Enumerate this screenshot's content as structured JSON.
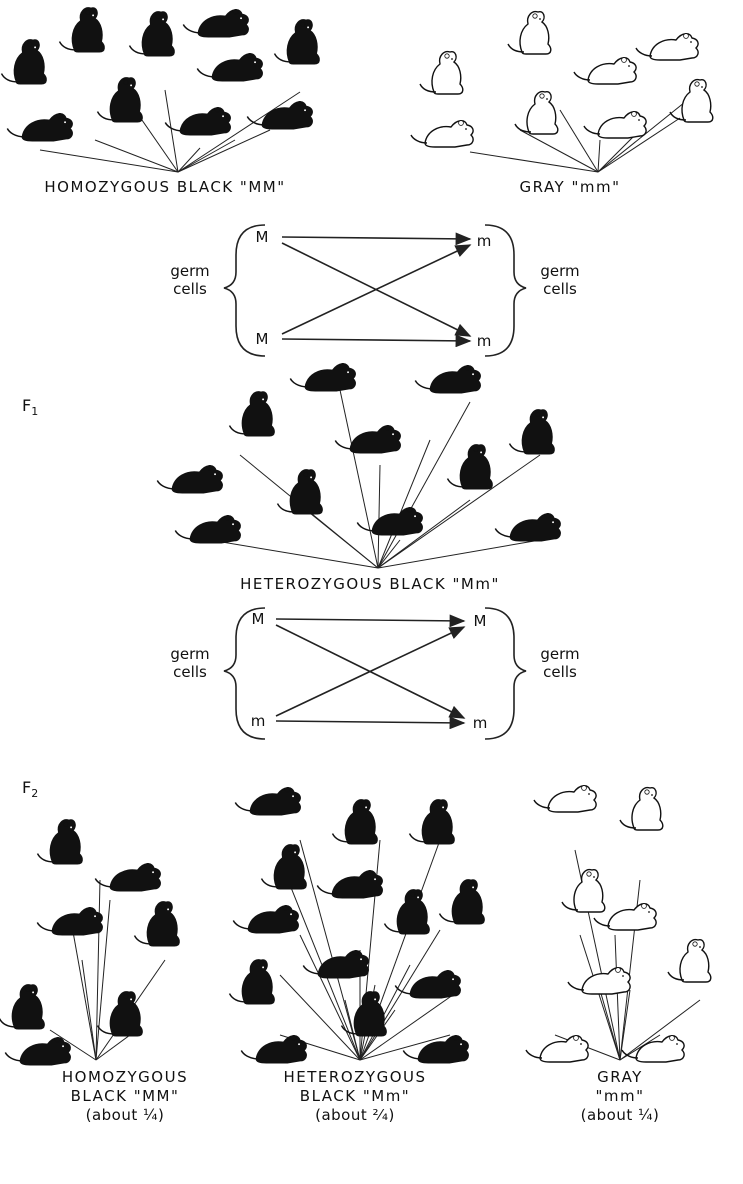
{
  "parents": {
    "black_label": "HOMOZYGOUS BLACK \"MM\"",
    "gray_label": "GRAY \"mm\""
  },
  "cross1": {
    "left_label_line1": "germ",
    "left_label_line2": "cells",
    "right_label_line1": "germ",
    "right_label_line2": "cells",
    "left_top": "M",
    "left_bottom": "M",
    "right_top": "m",
    "right_bottom": "m"
  },
  "f1": {
    "gen_label": "F",
    "gen_sub": "1",
    "label": "HETEROZYGOUS BLACK \"Mm\""
  },
  "cross2": {
    "left_label_line1": "germ",
    "left_label_line2": "cells",
    "right_label_line1": "germ",
    "right_label_line2": "cells",
    "left_top": "M",
    "left_bottom": "m",
    "right_top": "M",
    "right_bottom": "m"
  },
  "f2": {
    "gen_label": "F",
    "gen_sub": "2",
    "homo_line1": "HOMOZYGOUS",
    "homo_line2": "BLACK \"MM\"",
    "homo_line3": "(about ¼)",
    "hetero_line1": "HETEROZYGOUS",
    "hetero_line2": "BLACK \"Mm\"",
    "hetero_line3": "(about ²⁄₄)",
    "gray_line1": "GRAY",
    "gray_line2": "\"mm\"",
    "gray_line3": "(about ¼)"
  },
  "colors": {
    "black_animal": "#111111",
    "gray_animal": "#ffffff",
    "line": "#222222"
  }
}
